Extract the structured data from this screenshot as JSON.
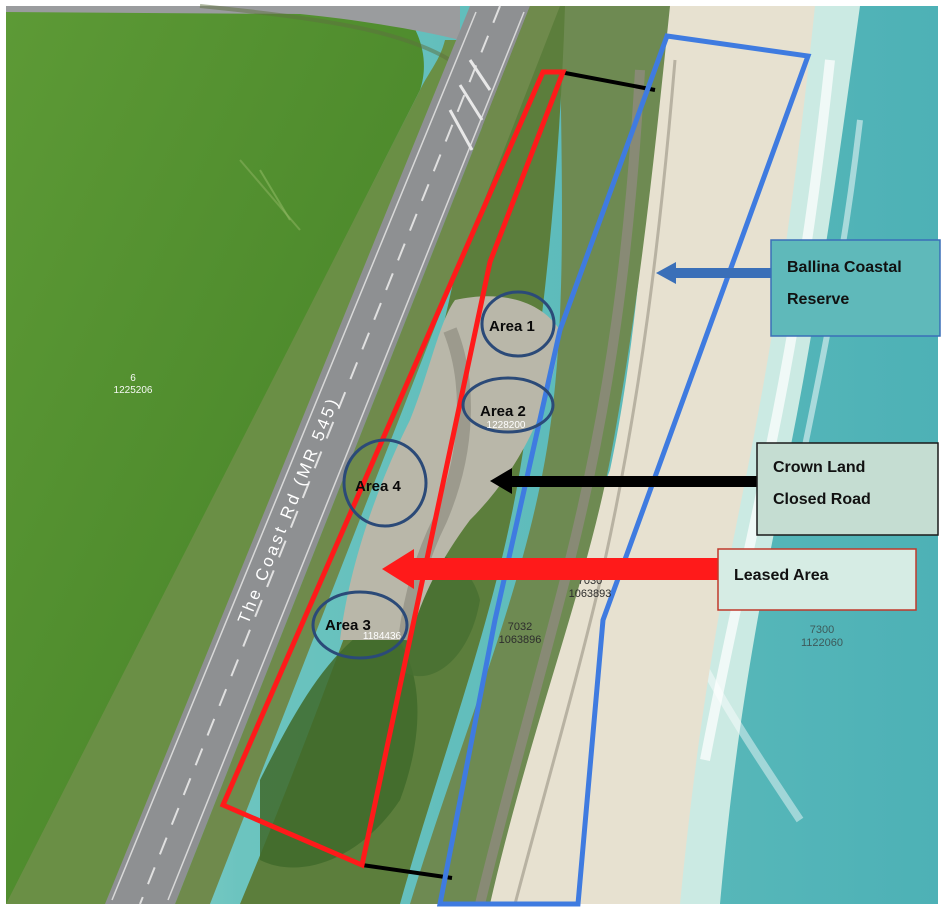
{
  "road": {
    "name": "The Coast Rd (MR 545)"
  },
  "annotations": {
    "coastal_reserve": {
      "line1": "Ballina Coastal",
      "line2": "Reserve",
      "color": "#3a6fb8"
    },
    "crown_land": {
      "line1": "Crown Land",
      "line2": "Closed Road",
      "color": "#000000"
    },
    "leased_area": {
      "label": "Leased Area",
      "color": "#ff0000"
    }
  },
  "areas": [
    {
      "label": "Area 1"
    },
    {
      "label": "Area 2"
    },
    {
      "label": "Area 4"
    },
    {
      "label": "Area 3"
    }
  ],
  "parcels": [
    {
      "lot": "6",
      "dp": "1225206"
    },
    {
      "lot": "",
      "dp": "1228200"
    },
    {
      "lot": "",
      "dp": "1184436"
    },
    {
      "lot": "7030",
      "dp": "1063893"
    },
    {
      "lot": "7032",
      "dp": "1063896"
    },
    {
      "lot": "7300",
      "dp": "1122060"
    }
  ],
  "colors": {
    "leased_boundary": "#ff1a1a",
    "reserve_boundary": "#3f7be0",
    "area_circle": "#2b4a78",
    "pasture": "#4f8a2f",
    "sand": "#e6e0cf",
    "ocean": "#5fb9ba",
    "road": "#8e9092"
  }
}
